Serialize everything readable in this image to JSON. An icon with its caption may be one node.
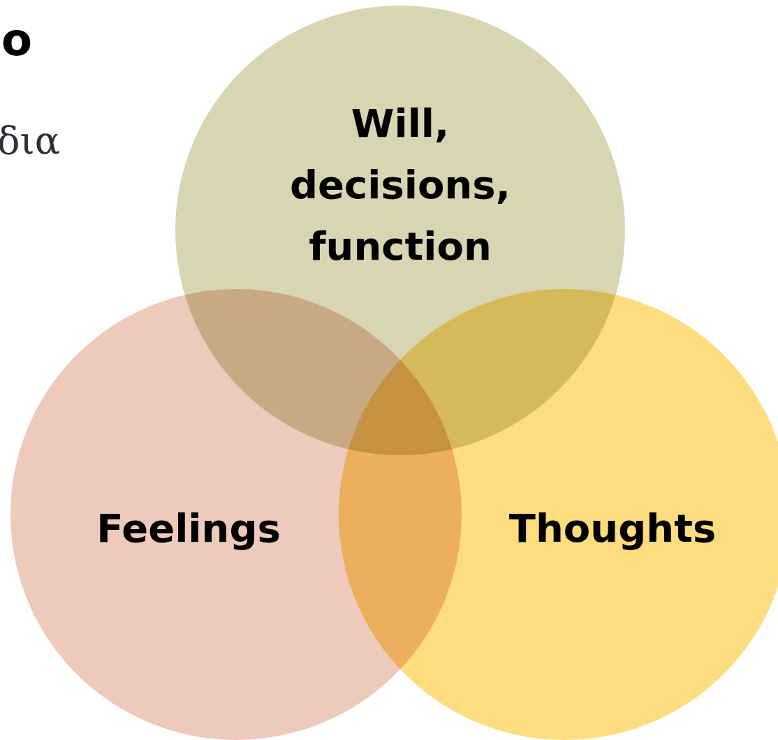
{
  "diagram": {
    "nodes": [
      {
        "text": [
          "Will, decisions, function"
        ]
      },
      {
        "text": [
          "Feelings"
        ]
      },
      {
        "text": [
          "Thoughts"
        ]
      }
    ],
    "labels": [
      "o",
      "δια"
    ]
  }
}
